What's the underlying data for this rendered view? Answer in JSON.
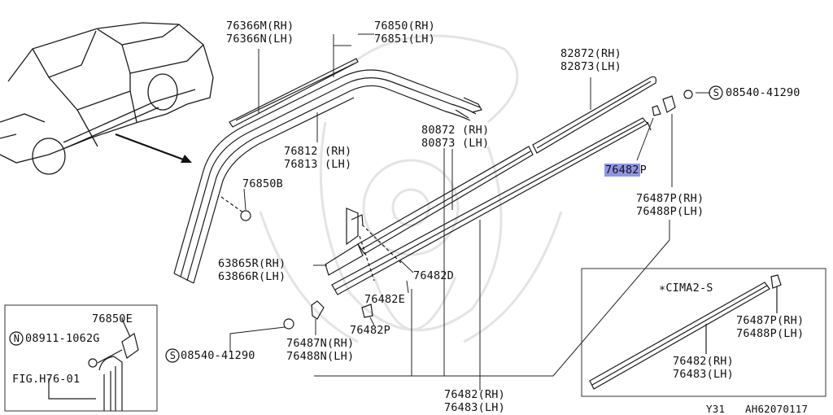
{
  "labels": {
    "p76366": [
      "76366M(RH)",
      "76366N(LH)"
    ],
    "p76850": [
      "76850(RH)",
      "76851(LH)"
    ],
    "p82872": [
      "82872(RH)",
      "82873(LH)"
    ],
    "s08540_top": "08540-41290",
    "p76812": [
      "76812 (RH)",
      "76813 (LH)"
    ],
    "p80872": [
      "80872 (RH)",
      "80873 (LH)"
    ],
    "p76482p_hl": "76482",
    "p76482p_hl_suffix": "P",
    "p76487p": [
      "76487P(RH)",
      "76488P(LH)"
    ],
    "p76850b": "76850B",
    "p63865": [
      "63865R(RH)",
      "63866R(LH)"
    ],
    "p76482d": "76482D",
    "p76482e": "76482E",
    "cima": "∗CIMA2-S",
    "p76487p_inset": [
      "76487P(RH)",
      "76488P(LH)"
    ],
    "p76482_inset": [
      "76482(RH)",
      "76483(LH)"
    ],
    "p76850e": "76850E",
    "n08911": "08911-1062G",
    "fig": "FIG.H76-01",
    "p76482p_low": "76482P",
    "p76487n": [
      "76487N(RH)",
      "76488N(LH)"
    ],
    "s08540_low": "08540-41290",
    "p76482_bottom": [
      "76482(RH)",
      "76483(LH)"
    ],
    "footer_model": "Y31",
    "footer_code": "AH62070117"
  },
  "symbols": {
    "s": "S",
    "n": "N"
  },
  "colors": {
    "line": "#222222",
    "highlight": "#8f96e6",
    "watermark": "#e6e6e6"
  }
}
